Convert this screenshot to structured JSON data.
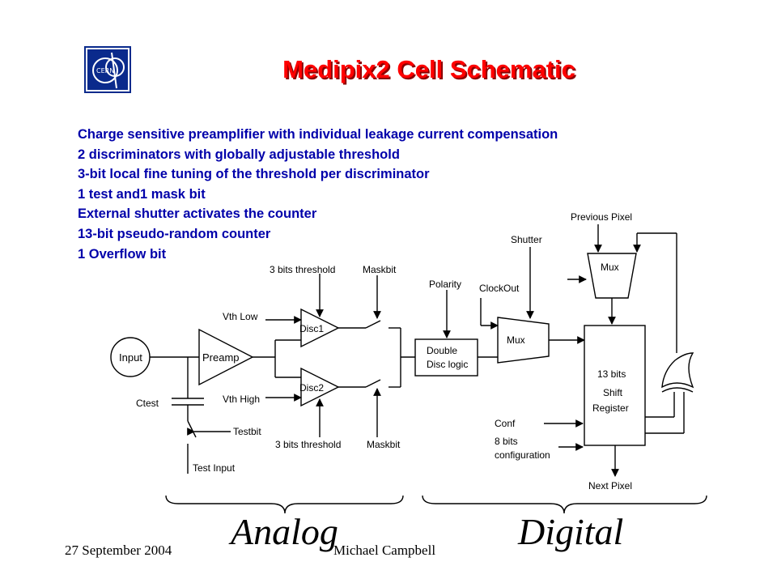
{
  "header": {
    "title": "Medipix2 Cell Schematic",
    "logo_text": "CERN",
    "logo_color": "#0a2a8c"
  },
  "features": [
    "Charge sensitive preamplifier with individual leakage current compensation",
    "2 discriminators with globally adjustable threshold",
    "3-bit local fine tuning of the threshold per discriminator",
    "1 test and1 mask bit",
    "External shutter activates the counter",
    "13-bit pseudo-random counter",
    "1 Overflow bit"
  ],
  "schematic": {
    "input": "Input",
    "preamp": "Preamp",
    "ctest": "Ctest",
    "testbit": "Testbit",
    "test_input": "Test Input",
    "vth_low": "Vth Low",
    "vth_high": "Vth High",
    "disc1": "Disc1",
    "disc2": "Disc2",
    "threshold_top": "3 bits threshold",
    "threshold_bottom": "3 bits threshold",
    "maskbit_top": "Maskbit",
    "maskbit_bottom": "Maskbit",
    "polarity": "Polarity",
    "double_disc_1": "Double",
    "double_disc_2": "Disc logic",
    "clockout": "ClockOut",
    "shutter": "Shutter",
    "mux_lower": "Mux",
    "mux_upper": "Mux",
    "previous_pixel": "Previous Pixel",
    "shift_1": "13 bits",
    "shift_2": "Shift",
    "shift_3": "Register",
    "conf": "Conf",
    "config_1": "8 bits",
    "config_2": "configuration",
    "next_pixel": "Next  Pixel"
  },
  "sections": {
    "analog": "Analog",
    "digital": "Digital"
  },
  "footer": {
    "date": "27 September 2004",
    "author": "Michael Campbell"
  },
  "colors": {
    "title": "#ff0000",
    "bullets": "#0000aa"
  }
}
